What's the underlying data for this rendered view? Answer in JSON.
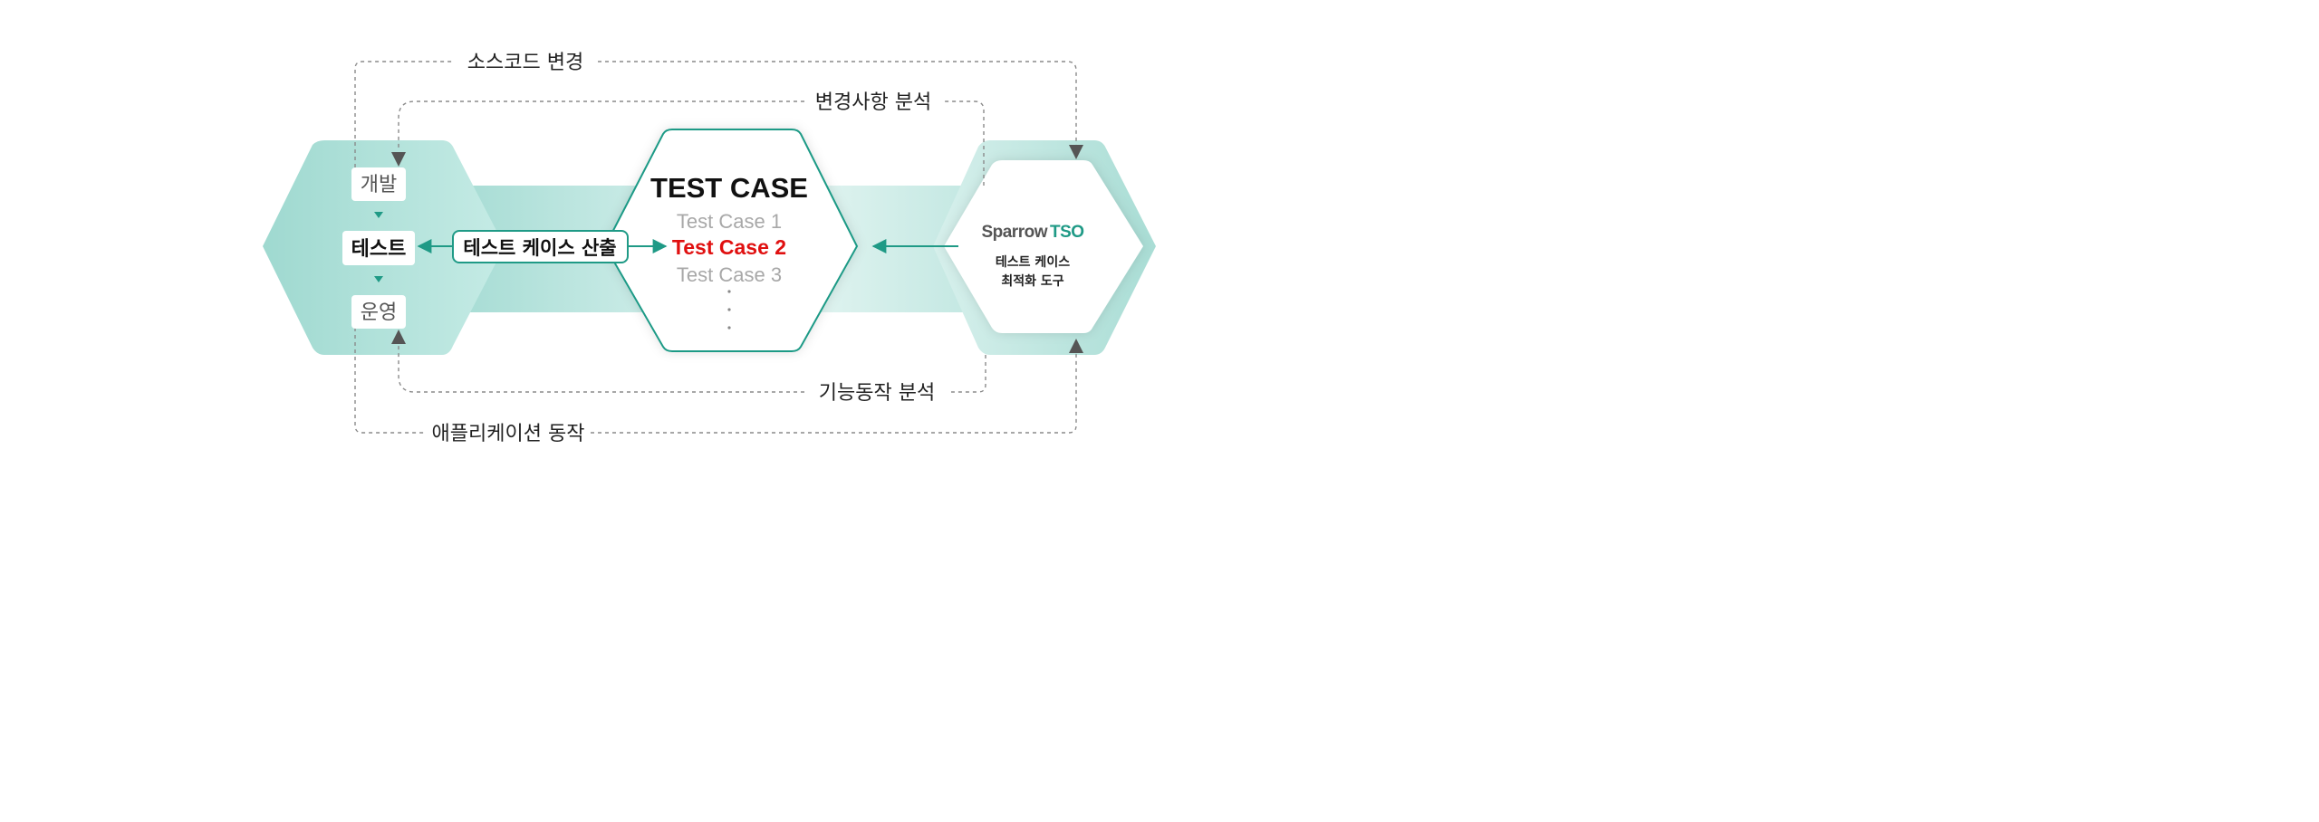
{
  "flows": {
    "source_change": "소스코드 변경",
    "change_analysis": "변경사항 분석",
    "function_analysis": "기능동작 분석",
    "app_behavior": "애플리케이션 동작"
  },
  "lifecycle": {
    "develop": "개발",
    "test": "테스트",
    "operate": "운영"
  },
  "derive_label": "테스트 케이스 산출",
  "test_case": {
    "title": "TEST CASE",
    "items": [
      "Test Case 1",
      "Test Case 2",
      "Test Case 3"
    ],
    "highlighted_index": 1
  },
  "tool": {
    "brand_main": "Sparrow",
    "brand_sub": "TSO",
    "desc_line1": "테스트 케이스",
    "desc_line2": "최적화 도구"
  },
  "colors": {
    "teal": "#1f9a86",
    "teal_light": "#a9ddd6",
    "highlight_red": "#e01010",
    "gray_text": "#a8a8a8"
  }
}
